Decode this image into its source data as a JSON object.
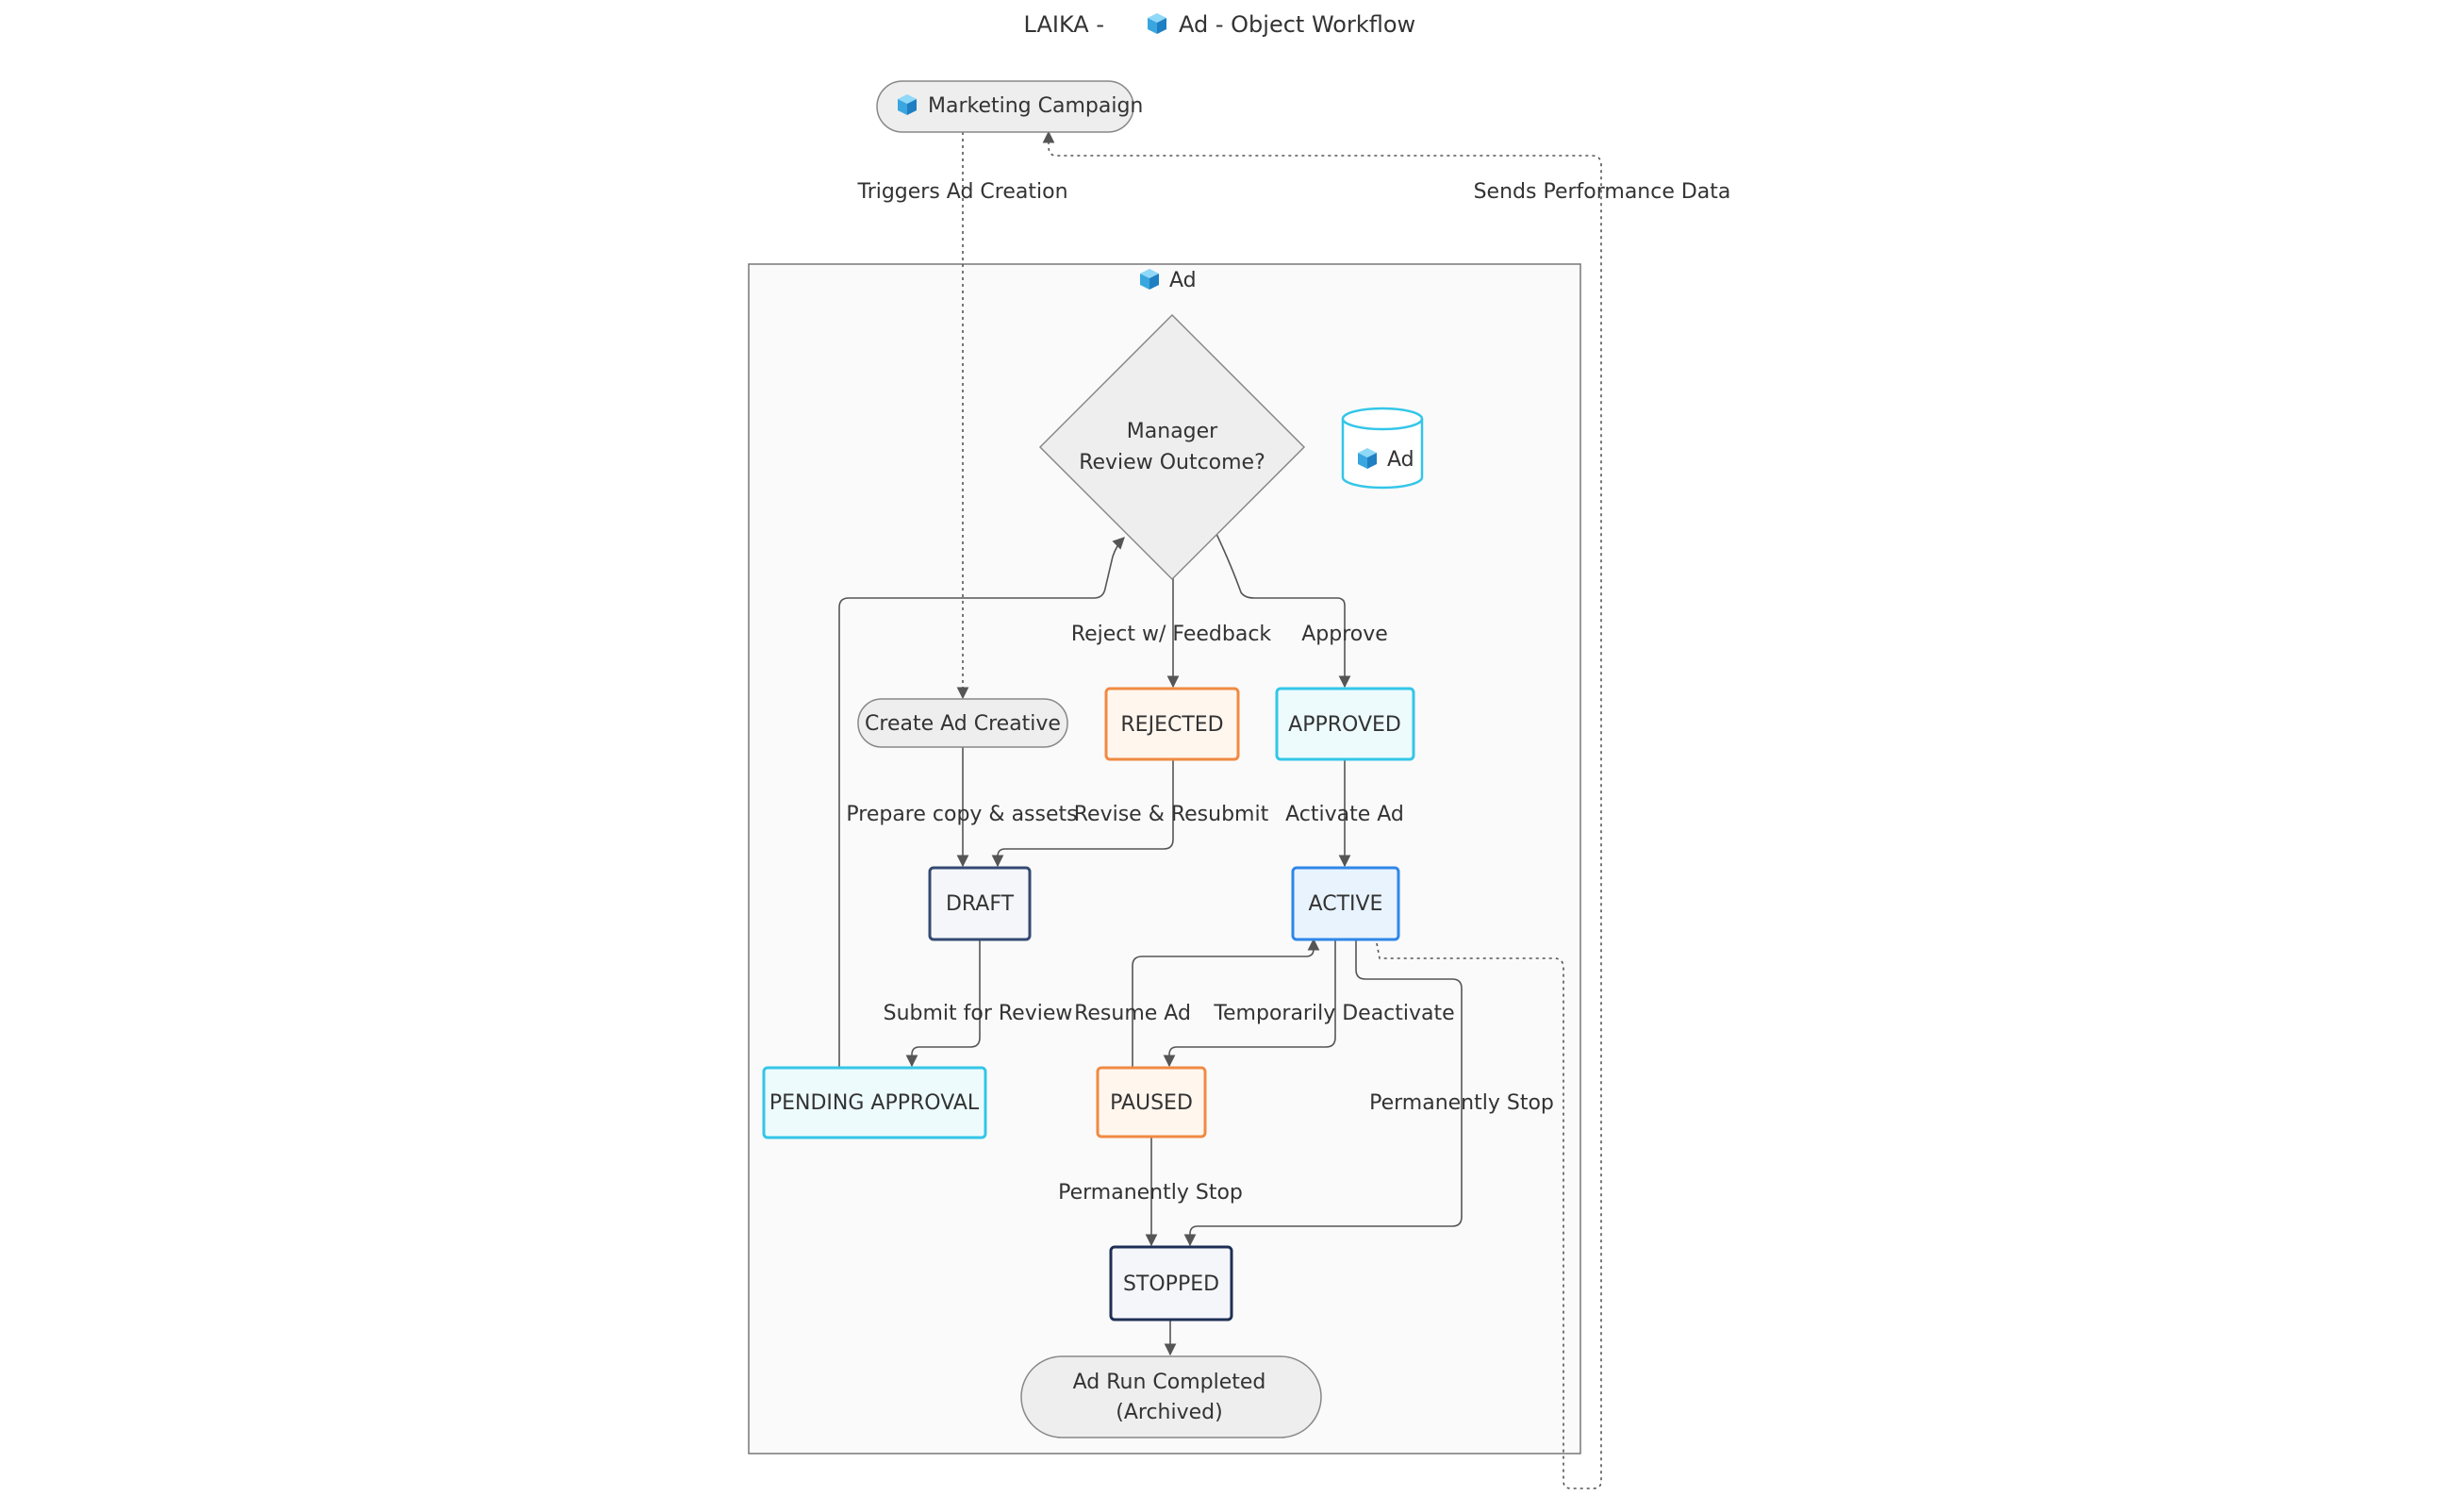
{
  "title": "LAIKA - Ad - Object Workflow",
  "title_parts": {
    "prefix": "LAIKA -",
    "suffix": "Ad - Object Workflow"
  },
  "colors": {
    "cube": "#3aa6e0",
    "cyan": "#33c6e8",
    "orange": "#f08a43",
    "navy": "#344a72",
    "blue": "#2f86e8",
    "dark_navy": "#1e2f55",
    "grey_node": "#eeeeee",
    "edge": "#555555"
  },
  "cluster": {
    "label": "Ad",
    "icon": "cube-icon"
  },
  "nodes": {
    "marketing_campaign": "Marketing Campaign",
    "decision": [
      "Manager",
      "Review Outcome?"
    ],
    "database": "Ad",
    "create_ad_creative": "Create Ad Creative",
    "rejected": "REJECTED",
    "approved": "APPROVED",
    "draft": "DRAFT",
    "active": "ACTIVE",
    "pending_approval": "PENDING APPROVAL",
    "paused": "PAUSED",
    "stopped": "STOPPED",
    "completed": [
      "Ad Run Completed",
      "(Archived)"
    ]
  },
  "edges": {
    "triggers_ad_creation": "Triggers Ad Creation",
    "sends_performance_data": "Sends Performance Data",
    "reject_with_feedback": "Reject w/ Feedback",
    "approve": "Approve",
    "prepare_copy_assets": "Prepare copy & assets",
    "revise_resubmit": "Revise & Resubmit",
    "activate_ad": "Activate Ad",
    "submit_for_review": "Submit for Review",
    "resume_ad": "Resume Ad",
    "temporarily_deactivate": "Temporarily Deactivate",
    "permanently_stop_active": "Permanently Stop",
    "permanently_stop_paused": "Permanently Stop"
  }
}
